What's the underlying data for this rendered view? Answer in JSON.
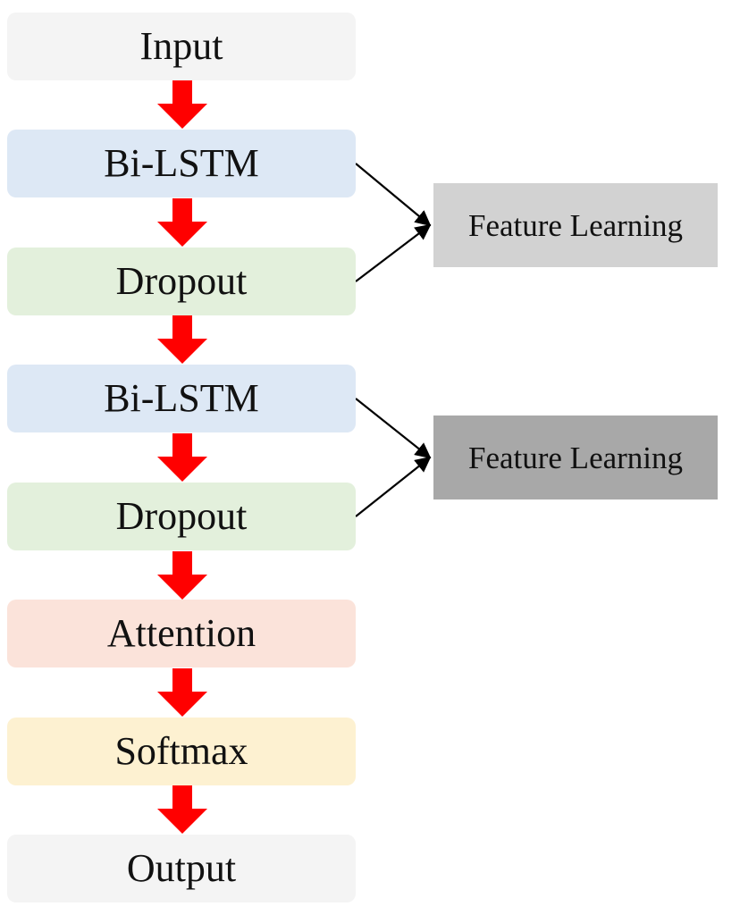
{
  "nodes": [
    {
      "label": "Input",
      "color": "#f4f4f4"
    },
    {
      "label": "Bi-LSTM",
      "color": "#dde8f5"
    },
    {
      "label": "Dropout",
      "color": "#e3f0dc"
    },
    {
      "label": "Bi-LSTM",
      "color": "#dde8f5"
    },
    {
      "label": "Dropout",
      "color": "#e3f0dc"
    },
    {
      "label": "Attention",
      "color": "#fbe3da"
    },
    {
      "label": "Softmax",
      "color": "#fdf1d1"
    },
    {
      "label": "Output",
      "color": "#f4f4f4"
    }
  ],
  "side_nodes": [
    {
      "label": "Feature Learning",
      "color": "#d2d2d2"
    },
    {
      "label": "Feature Learning",
      "color": "#a8a8a8"
    }
  ],
  "flow_arrow_color": "#ff0000",
  "connector_color": "#000000"
}
